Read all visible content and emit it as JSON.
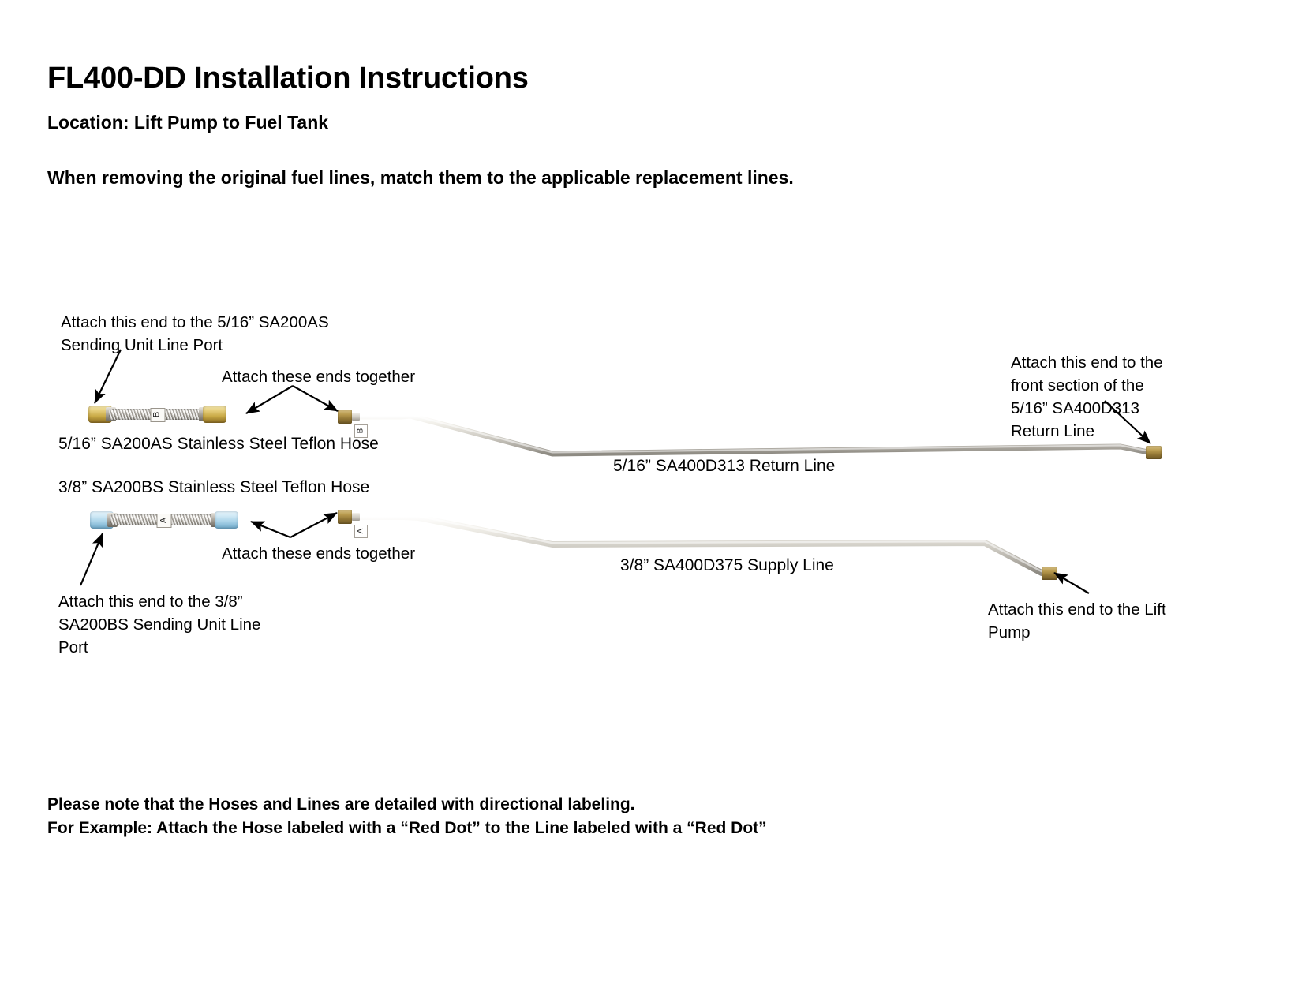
{
  "document": {
    "title": "FL400-DD Installation Instructions",
    "location": "Location: Lift Pump to Fuel Tank",
    "instruction": "When removing the original fuel lines, match them to the applicable replacement lines.",
    "footer_line_1": "Please note that the Hoses and Lines are detailed with directional labeling.",
    "footer_line_2": "For Example: Attach the Hose labeled with a “Red Dot” to the Line labeled with a “Red Dot”"
  },
  "annotations": {
    "top_left": "Attach this end to the 5/16” SA200AS\nSending Unit Line Port",
    "attach_ends_upper": "Attach these ends together",
    "top_right": "Attach this end to the\nfront section of the\n5/16” SA400D313\nReturn Line",
    "attach_ends_lower": "Attach these ends together",
    "bottom_left": "Attach this end to the 3/8”\nSA200BS Sending Unit Line\nPort",
    "bottom_right": "Attach this end to the Lift\nPump"
  },
  "parts": {
    "hose_upper_label": "5/16” SA200AS Stainless Steel Teflon Hose",
    "hose_lower_label": "3/8” SA200BS Stainless Steel Teflon Hose",
    "line_return_label": "5/16” SA400D313 Return Line",
    "line_supply_label": "3/8” SA400D375 Supply Line",
    "hose_upper_tag": "B",
    "hose_lower_tag": "A",
    "line_return_tag": "B",
    "line_supply_tag": "A"
  },
  "colors": {
    "page_background": "#ffffff",
    "text": "#000000",
    "brass_fitting": "#c9a945",
    "zinc_fitting": "#a8d2e8",
    "steel_braid": "#b9b4aa",
    "steel_tube": "#dedbd4"
  }
}
